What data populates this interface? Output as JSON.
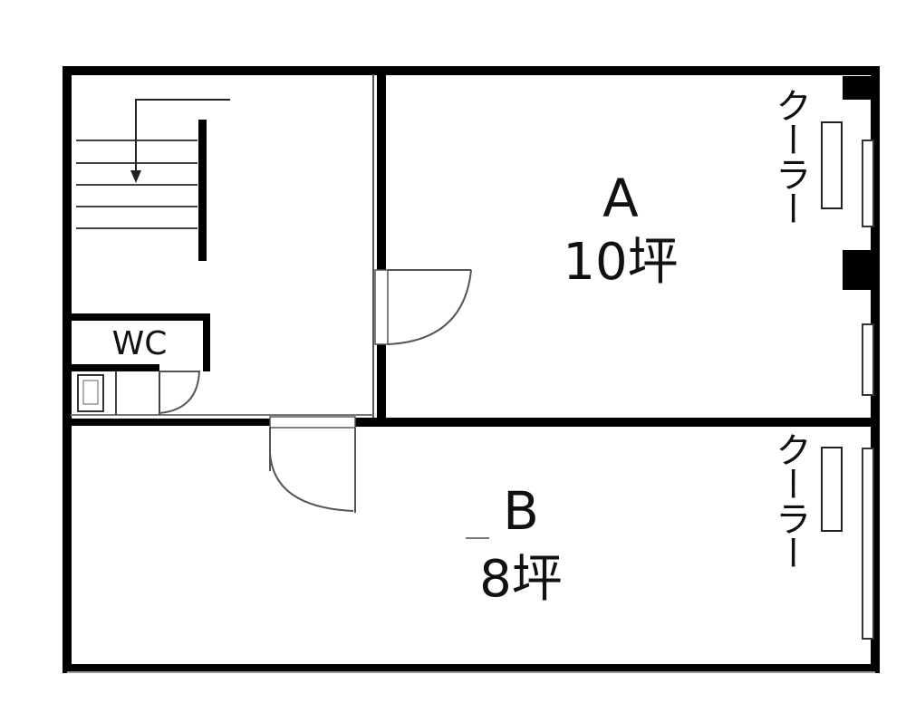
{
  "floorplan": {
    "rooms": [
      {
        "id": "A",
        "label": "A",
        "area": "10坪"
      },
      {
        "id": "B",
        "label": "B",
        "area": "8坪"
      }
    ],
    "wc": {
      "label": "WC"
    },
    "aircon_label": "クーラー"
  }
}
